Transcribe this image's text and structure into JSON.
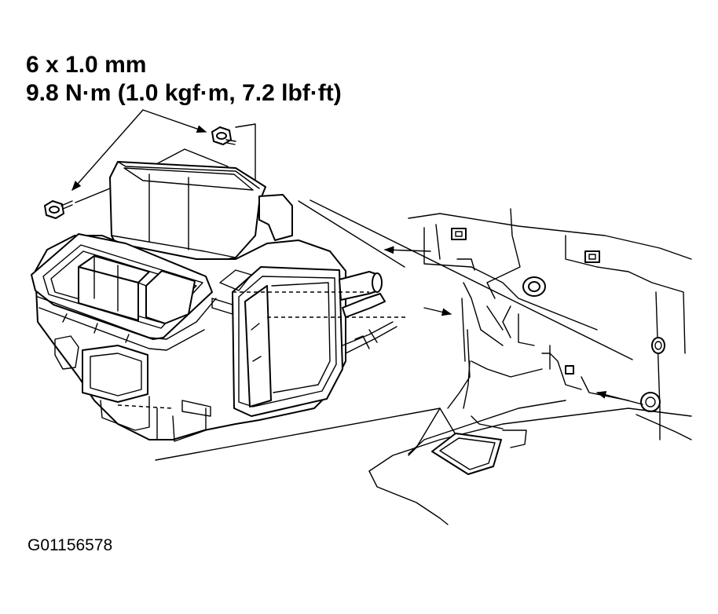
{
  "fastener_spec": {
    "size": "6 x 1.0 mm",
    "torque": "9.8 N·m (1.0 kgf·m, 7.2 lbf·ft)"
  },
  "figure_id": "G01156578"
}
